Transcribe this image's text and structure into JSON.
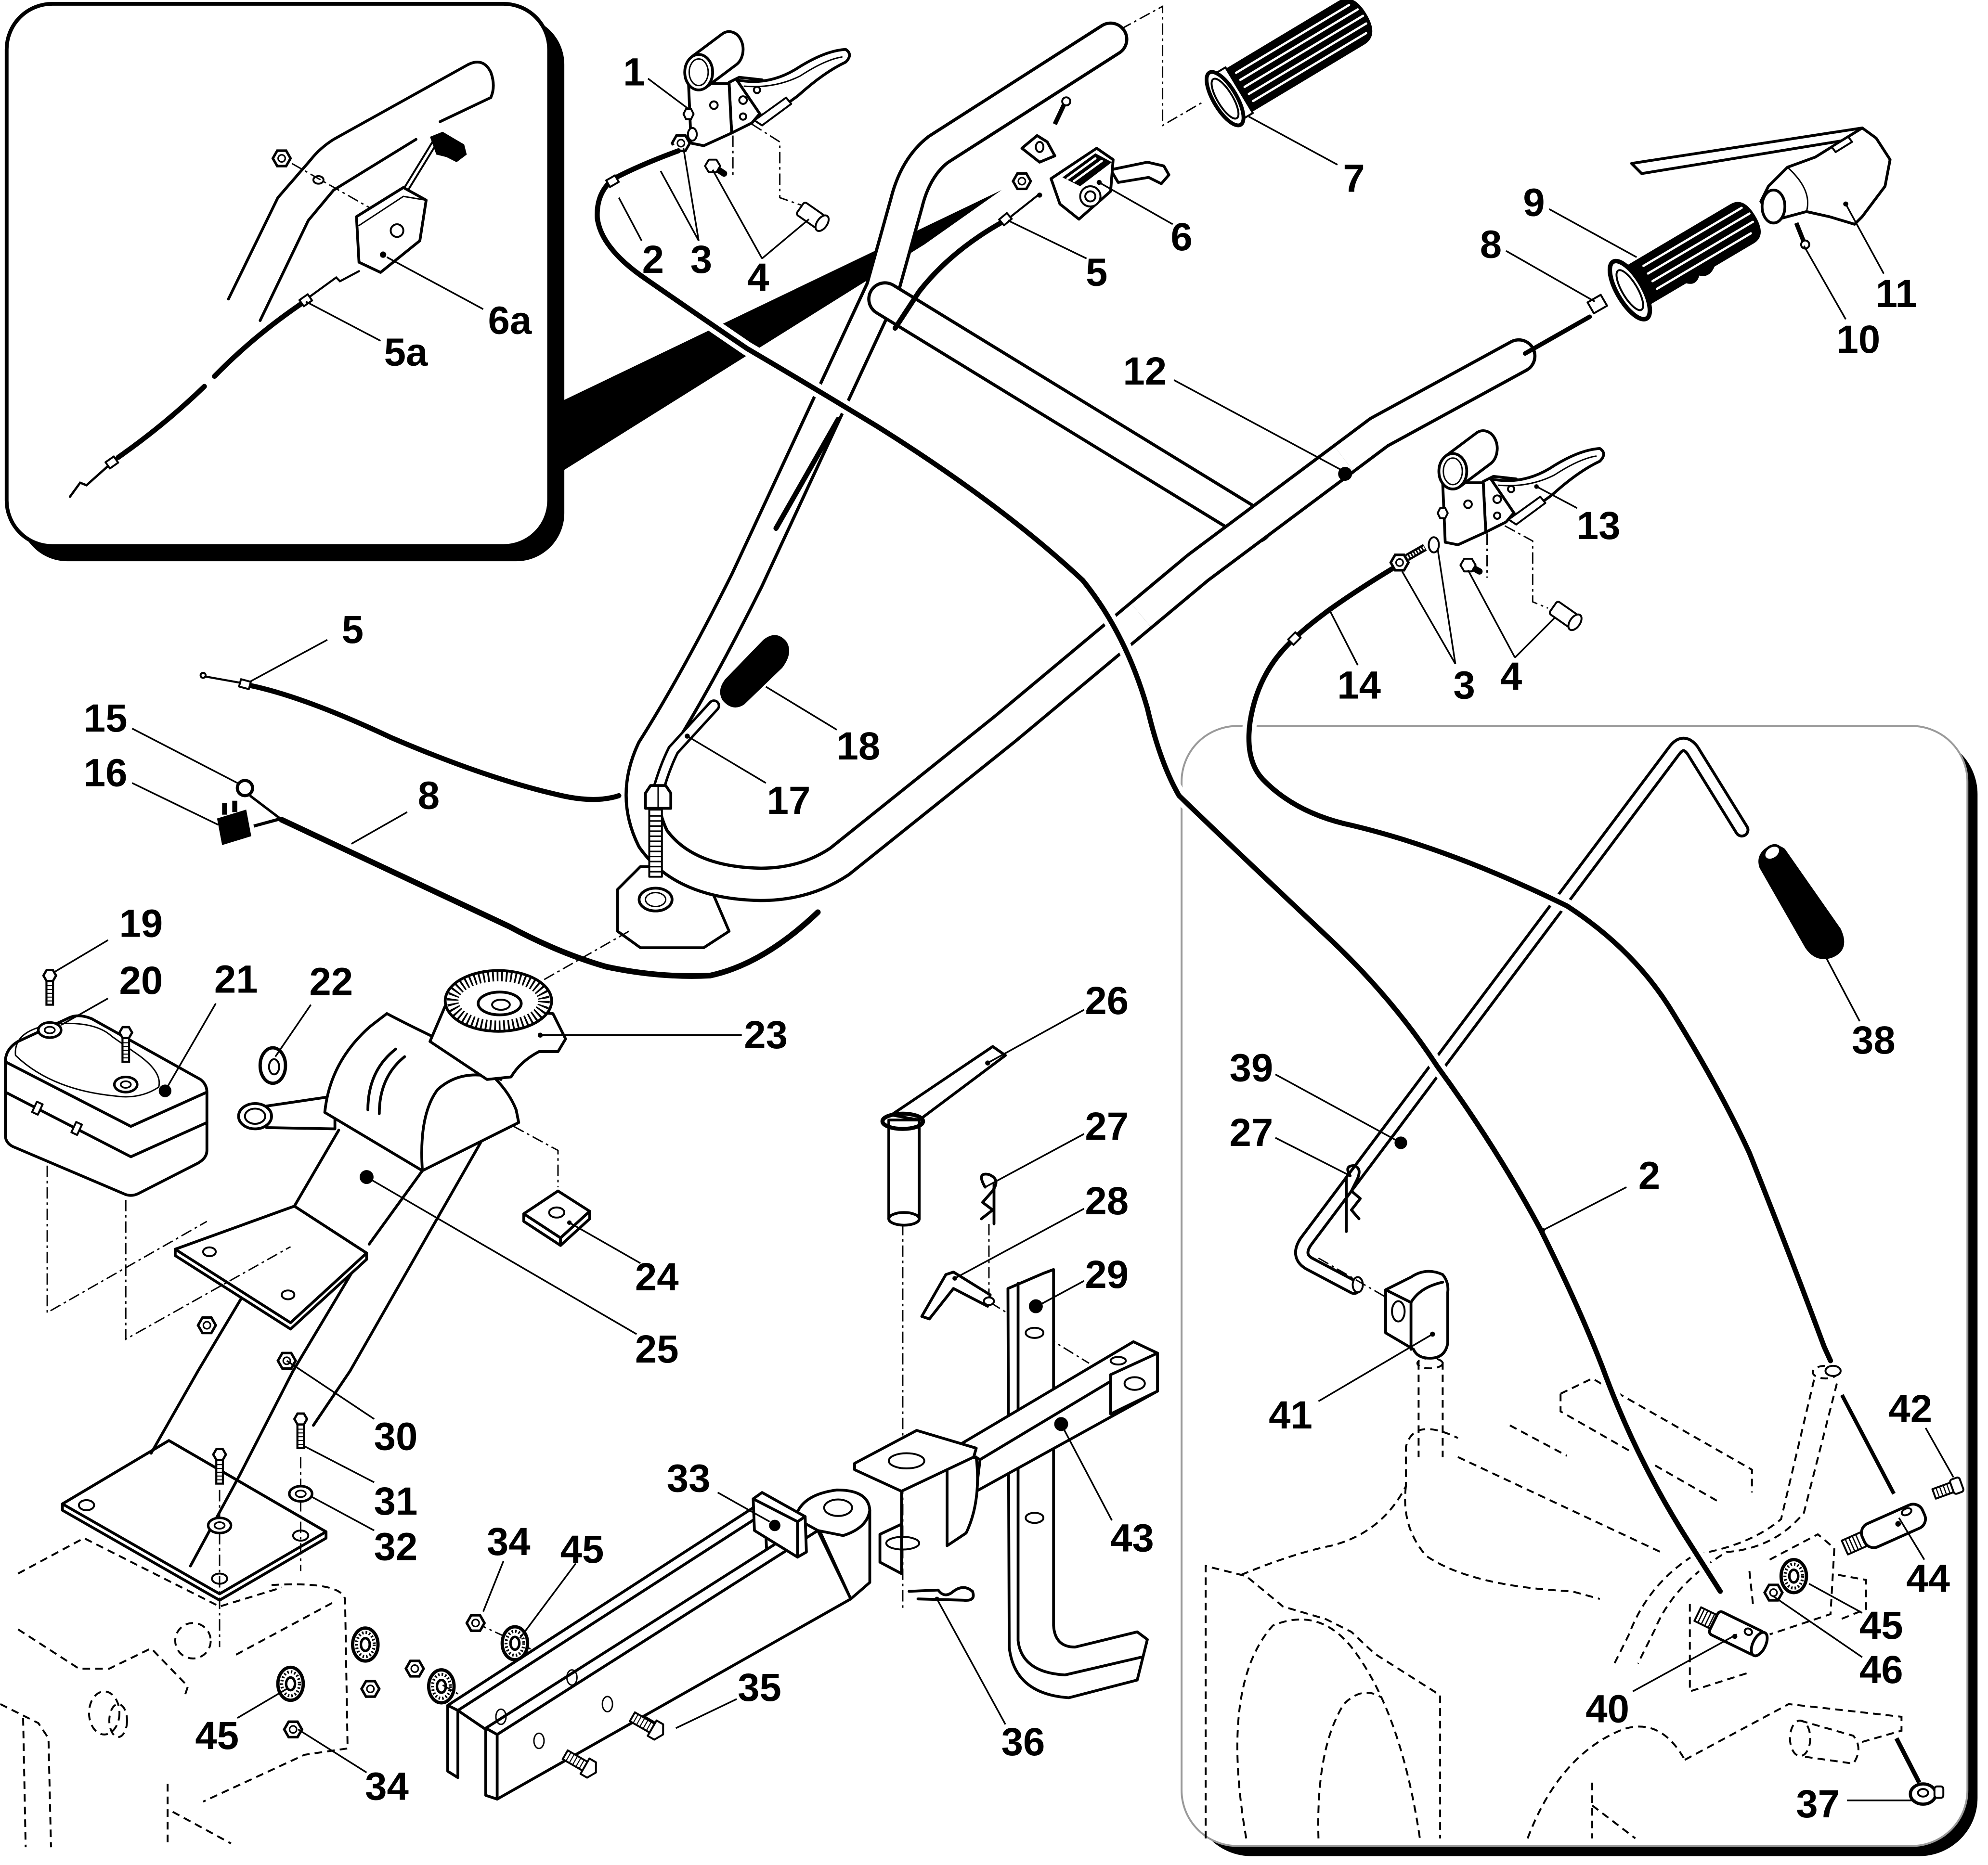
{
  "colors": {
    "ink": "#000000",
    "paper": "#ffffff",
    "inset_border": "#9a9a9a"
  },
  "callouts": {
    "detail_top_left": [
      {
        "label": "6a"
      },
      {
        "label": "5a"
      }
    ],
    "handlebar": [
      {
        "label": "1"
      },
      {
        "label": "2"
      },
      {
        "label": "3"
      },
      {
        "label": "4"
      },
      {
        "label": "5"
      },
      {
        "label": "6"
      },
      {
        "label": "7"
      },
      {
        "label": "8"
      },
      {
        "label": "9"
      },
      {
        "label": "10"
      },
      {
        "label": "11"
      },
      {
        "label": "12"
      },
      {
        "label": "13"
      },
      {
        "label": "14"
      },
      {
        "label": "3"
      },
      {
        "label": "4"
      },
      {
        "label": "5"
      },
      {
        "label": "15"
      },
      {
        "label": "16"
      },
      {
        "label": "8"
      },
      {
        "label": "17"
      },
      {
        "label": "18"
      }
    ],
    "mounting_and_hitch": [
      {
        "label": "19"
      },
      {
        "label": "20"
      },
      {
        "label": "21"
      },
      {
        "label": "22"
      },
      {
        "label": "23"
      },
      {
        "label": "24"
      },
      {
        "label": "25"
      },
      {
        "label": "26"
      },
      {
        "label": "27"
      },
      {
        "label": "28"
      },
      {
        "label": "29"
      },
      {
        "label": "30"
      },
      {
        "label": "31"
      },
      {
        "label": "32"
      },
      {
        "label": "33"
      },
      {
        "label": "34"
      },
      {
        "label": "45"
      },
      {
        "label": "35"
      },
      {
        "label": "36"
      },
      {
        "label": "43"
      },
      {
        "label": "45"
      },
      {
        "label": "34"
      }
    ],
    "detail_right": [
      {
        "label": "38"
      },
      {
        "label": "39"
      },
      {
        "label": "27"
      },
      {
        "label": "2"
      },
      {
        "label": "41"
      },
      {
        "label": "42"
      },
      {
        "label": "44"
      },
      {
        "label": "45"
      },
      {
        "label": "46"
      },
      {
        "label": "40"
      },
      {
        "label": "37"
      }
    ]
  }
}
